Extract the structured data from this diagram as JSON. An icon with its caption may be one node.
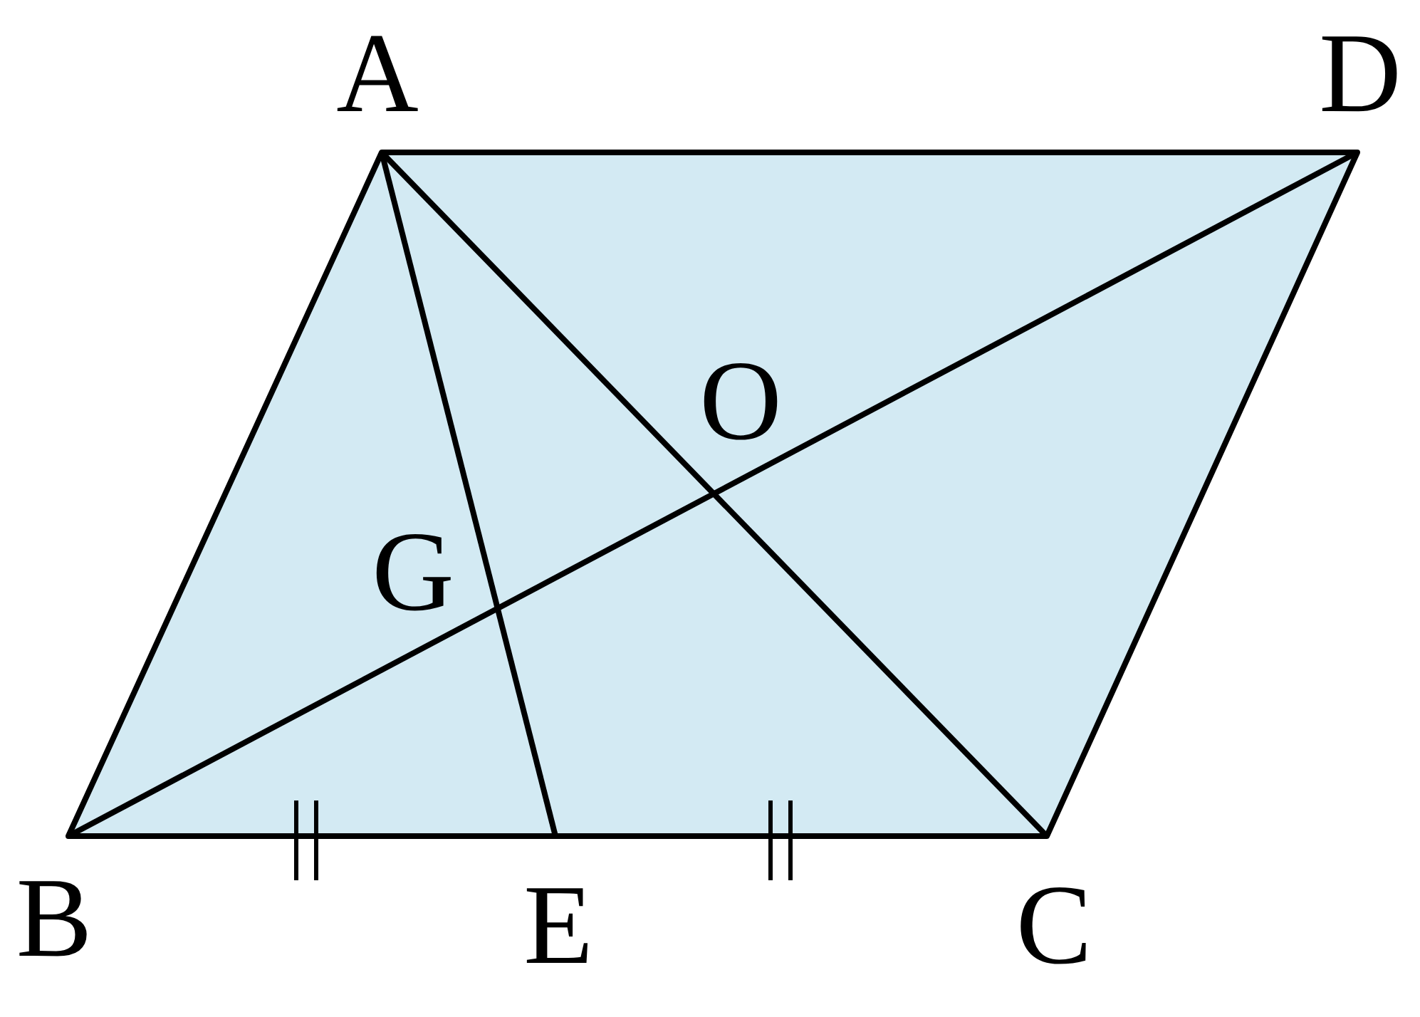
{
  "diagram": {
    "labels": [
      "A",
      "D",
      "O",
      "G",
      "B",
      "E",
      "C"
    ]
  }
}
